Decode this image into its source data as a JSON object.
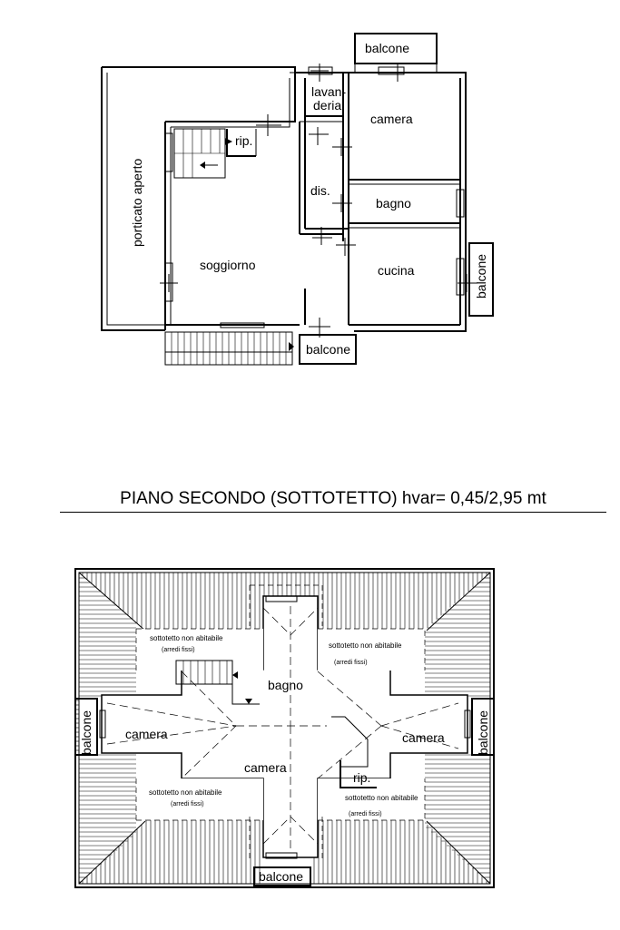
{
  "floor_plan_upper": {
    "rooms": {
      "balcone_top": "balcone",
      "lavanderia": "lavan-\nderia",
      "lavanderia_line1": "lavan-",
      "lavanderia_line2": "deria",
      "camera": "camera",
      "rip": "rip.",
      "porticato": "porticato aperto",
      "dis": "dis.",
      "bagno": "bagno",
      "soggiorno": "soggiorno",
      "cucina": "cucina",
      "balcone_right": "balcone",
      "balcone_bottom": "balcone"
    }
  },
  "section_title": "PIANO SECONDO (SOTTOTETTO) hvar= 0,45/2,95 mt",
  "floor_plan_attic": {
    "rooms": {
      "sottotetto_nw": "sottotetto non abitabile",
      "arredi_nw": "(arredi fissi)",
      "sottotetto_ne": "sottotetto non abitabile",
      "arredi_ne": "(arredi fissi)",
      "bagno": "bagno",
      "balcone_left": "balcone",
      "camera_left": "camera",
      "camera_right": "camera",
      "balcone_right": "balcone",
      "camera_center": "camera",
      "rip": "rip.",
      "sottotetto_sw": "sottotetto non abitabile",
      "arredi_sw": "(arredi fissi)",
      "sottotetto_se": "sottotetto non abitabile",
      "arredi_se": "(arredi fissi)",
      "balcone_bottom": "balcone"
    }
  }
}
